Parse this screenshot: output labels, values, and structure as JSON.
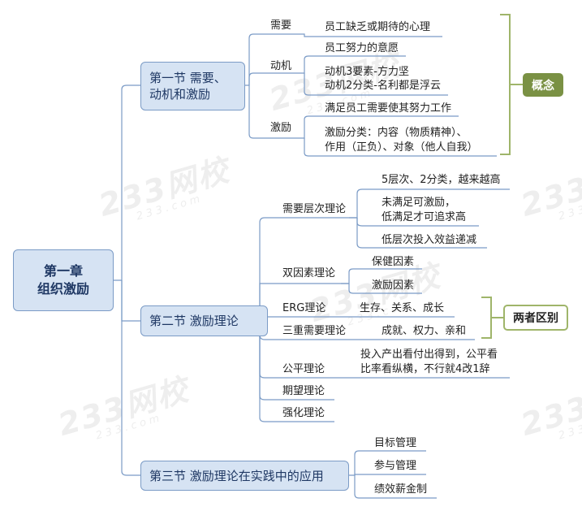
{
  "root": {
    "line1": "第一章",
    "line2": "组织激励"
  },
  "sections": [
    {
      "title_line1": "第一节 需要、",
      "title_line2": "动机和激励",
      "items": [
        {
          "label": "需要",
          "details": [
            "员工缺乏或期待的心理"
          ]
        },
        {
          "label": "动机",
          "details": [
            "员工努力的意愿",
            "动机3要素-方力坚",
            "动机2分类-名利都是浮云"
          ]
        },
        {
          "label": "激励",
          "details": [
            "满足员工需要使其努力工作",
            "激励分类：内容（物质精神）、",
            "作用（正负）、对象（他人自我）"
          ]
        }
      ]
    },
    {
      "title": "第二节 激励理论",
      "items": [
        {
          "label": "需要层次理论",
          "details": [
            "5层次、2分类，越来越高",
            "未满足可激励，",
            "低满足才可追求高",
            "低层次投入效益递减"
          ]
        },
        {
          "label": "双因素理论",
          "details": [
            "保健因素",
            "激励因素"
          ]
        },
        {
          "label": "ERG理论",
          "details": [
            "生存、关系、成长"
          ]
        },
        {
          "label": "三重需要理论",
          "details": [
            "成就、权力、亲和"
          ]
        },
        {
          "label": "公平理论",
          "details": [
            "投入产出看付出得到，公平看",
            "比率看纵横，不行就4改1辞"
          ]
        },
        {
          "label": "期望理论",
          "details": []
        },
        {
          "label": "强化理论",
          "details": []
        }
      ]
    },
    {
      "title": "第三节 激励理论在实践中的应用",
      "items": [
        {
          "label": "目标管理"
        },
        {
          "label": "参与管理"
        },
        {
          "label": "绩效薪金制"
        }
      ]
    }
  ],
  "callouts": {
    "concept": "概念",
    "difference": "两者区别"
  },
  "watermark": {
    "main": "233网校",
    "sub": "233.com"
  },
  "colors": {
    "line": "#7b9bc6",
    "box_fill": "#d6e3f3",
    "tag_green": "#7a9144",
    "bracket": "#9fb56a"
  }
}
